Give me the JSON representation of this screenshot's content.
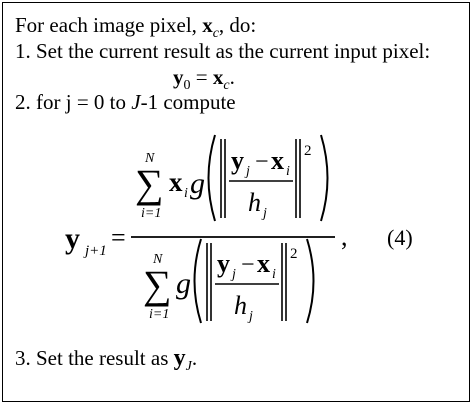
{
  "algorithm": {
    "intro": {
      "prefix": "For each image pixel, ",
      "var": "x",
      "var_sub": "c",
      "suffix": ", do:"
    },
    "step1": {
      "text": "1. Set the current result as the current input pixel:"
    },
    "step1_eq": {
      "lhs": "y",
      "lhs_sub": "0",
      "eq": " = ",
      "rhs": "x",
      "rhs_sub": "c",
      "end": "."
    },
    "step2": {
      "text_before": "2. for j = 0 to ",
      "J": "J",
      "text_after": "-1 compute"
    },
    "equation": {
      "lhs": "y",
      "lhs_sub": "j+1",
      "equals": "=",
      "sum_upper": "N",
      "sum_lower": "i=1",
      "x_term": "x",
      "x_sub": "i",
      "g": "g",
      "y_num": "y",
      "y_num_sub": "j",
      "minus": "−",
      "x_num": "x",
      "x_num_sub": "i",
      "h": "h",
      "h_sub": "j",
      "power": "2",
      "comma": ",",
      "number": "(4)"
    },
    "step3": {
      "text": "3. Set the result as ",
      "var": "y",
      "var_sub": "J",
      "end": "."
    }
  }
}
